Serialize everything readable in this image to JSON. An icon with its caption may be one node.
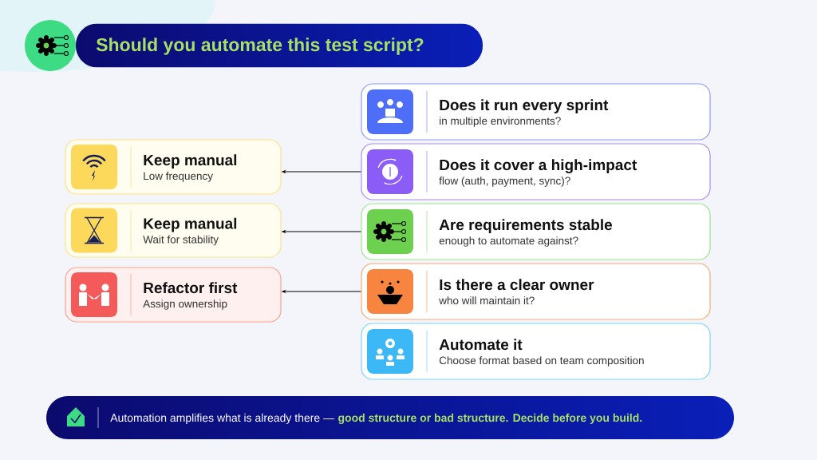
{
  "diagram": {
    "title": "Should you automate this test script?",
    "nodes": [
      {
        "text": [
          "Does it run every sprint",
          "in multiple environments?"
        ]
      },
      {
        "text": [
          "Does it cover a high-impact",
          "flow (auth, payment, sync)?"
        ]
      },
      {
        "text": [
          "Are requirements stable",
          "enough to automate against?"
        ]
      },
      {
        "text": [
          "Is there a clear owner",
          "who will maintain it?"
        ]
      },
      {
        "text": [
          "Automate it",
          "Choose format based on team composition"
        ]
      },
      {
        "text": [
          "Keep manual",
          "Low frequency"
        ]
      },
      {
        "text": [
          "Keep manual",
          "Wait for stability"
        ]
      },
      {
        "text": [
          "Refactor first",
          "Assign ownership"
        ]
      },
      {
        "text": [
          "Automation amplifies what is already there —",
          "good structure or bad structure. Decide before you build."
        ]
      }
    ],
    "edges": [
      {
        "from": 1,
        "to": 5,
        "arrow": "to"
      },
      {
        "from": 2,
        "to": 6,
        "arrow": "to"
      },
      {
        "from": 3,
        "to": 7,
        "arrow": "to"
      }
    ]
  }
}
